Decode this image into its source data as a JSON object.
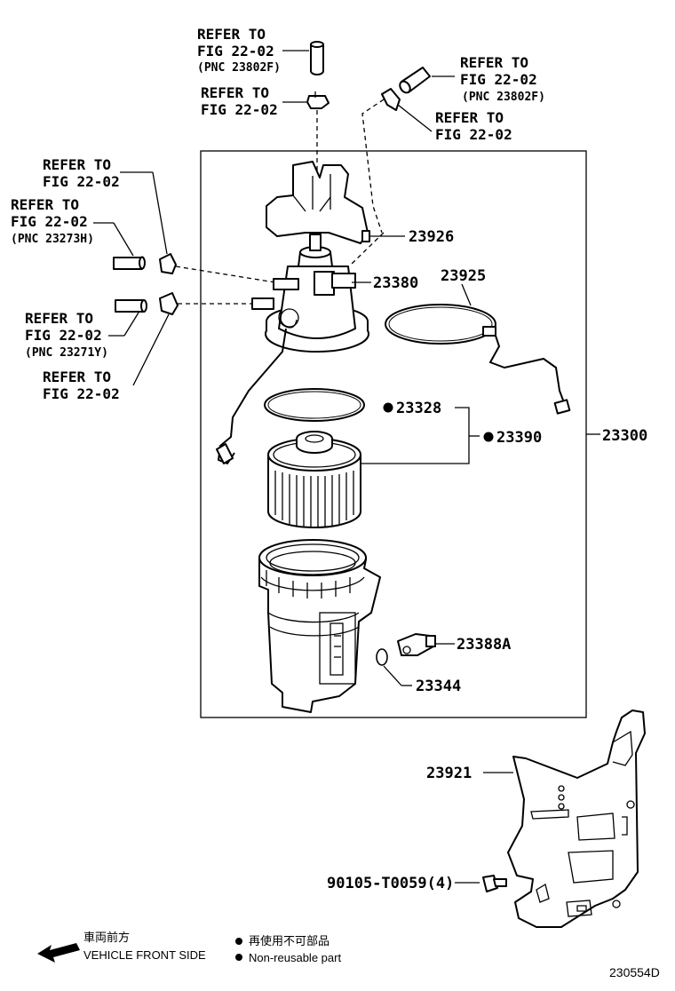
{
  "refer_labels": {
    "top_left": {
      "line1": "REFER TO",
      "line2": "FIG 22-02",
      "pnc": "(PNC 23802F)"
    },
    "top_mid": {
      "line1": "REFER TO",
      "line2": "FIG 22-02"
    },
    "top_right": {
      "line1": "REFER TO",
      "line2": "FIG 22-02",
      "pnc": "(PNC 23802F)"
    },
    "right_clip": {
      "line1": "REFER TO",
      "line2": "FIG 22-02"
    },
    "left_upper": {
      "line1": "REFER TO",
      "line2": "FIG 22-02"
    },
    "left_hose_upper": {
      "line1": "REFER TO",
      "line2": "FIG 22-02",
      "pnc": "(PNC 23273H)"
    },
    "left_hose_lower": {
      "line1": "REFER TO",
      "line2": "FIG 22-02",
      "pnc": "(PNC 23271Y)"
    },
    "left_lower": {
      "line1": "REFER TO",
      "line2": "FIG 22-02"
    }
  },
  "part_numbers": {
    "p23926": "23926",
    "p23380": "23380",
    "p23925": "23925",
    "p23328": "23328",
    "p23390": "23390",
    "p23300": "23300",
    "p23388A": "23388A",
    "p23344": "23344",
    "p23921": "23921",
    "p90105": "90105-T0059(4)"
  },
  "non_reusable_parts": [
    "23328",
    "23390"
  ],
  "legend": {
    "front_jp": "車両前方",
    "front_en": "VEHICLE FRONT SIDE",
    "nonreusable_jp": "再使用不可部品",
    "nonreusable_en": "Non-reusable part"
  },
  "diagram_code": "230554D"
}
